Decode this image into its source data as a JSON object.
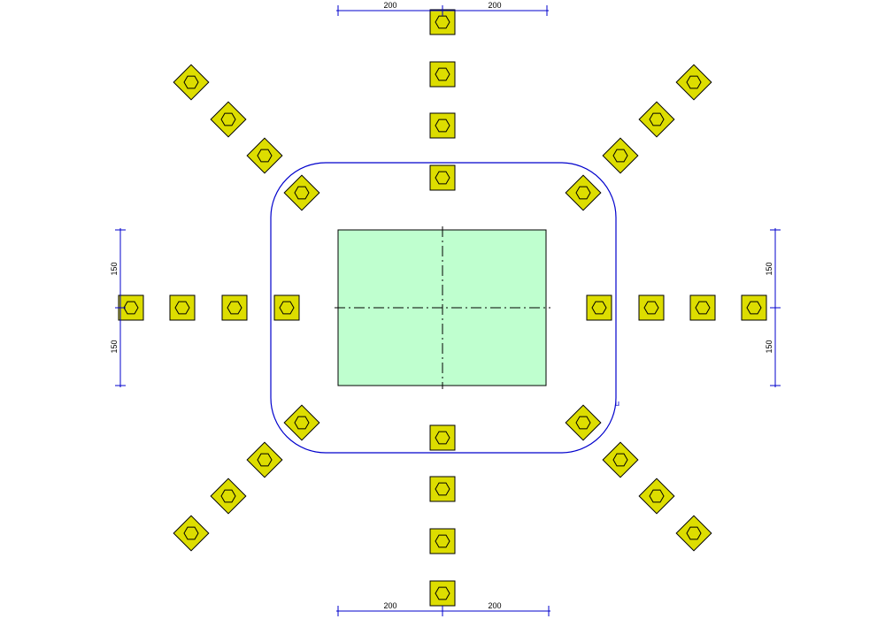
{
  "drawing": {
    "colors": {
      "background": "#ffffff",
      "column_fill": "#bfffcf",
      "column_stroke": "#000000",
      "centerline": "#000000",
      "perimeter": "#0000cc",
      "dimension": "#0000cc",
      "stud_fill": "#dddd00",
      "stud_stroke": "#000000"
    },
    "dimensions": {
      "top_left": "200",
      "top_right": "200",
      "bottom_left": "200",
      "bottom_right": "200",
      "left_upper": "150",
      "left_lower": "150",
      "right_upper": "150",
      "right_lower": "150"
    },
    "perimeter_label": "u",
    "stud_icon": "hexagon-in-square",
    "stud_rails": [
      {
        "name": "top",
        "studs": 4
      },
      {
        "name": "bottom",
        "studs": 4
      },
      {
        "name": "left",
        "studs": 4
      },
      {
        "name": "right",
        "studs": 4
      },
      {
        "name": "top-left-diagonal",
        "studs": 4
      },
      {
        "name": "top-right-diagonal",
        "studs": 4
      },
      {
        "name": "bottom-left-diagonal",
        "studs": 4
      },
      {
        "name": "bottom-right-diagonal",
        "studs": 4
      }
    ]
  }
}
